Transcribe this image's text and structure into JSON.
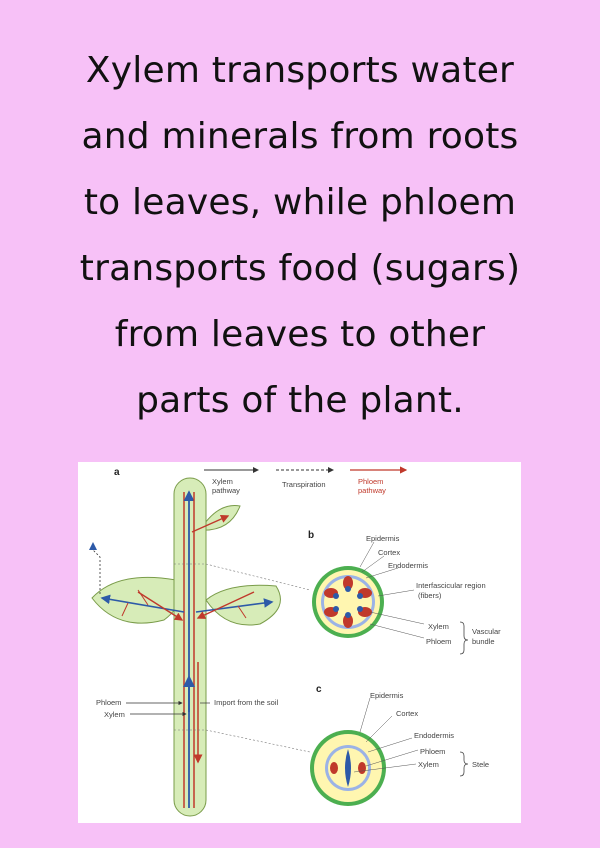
{
  "headline": {
    "lines": [
      "Xylem transports water",
      "and minerals from roots",
      "to leaves, while phloem",
      "transports food (sugars)",
      "from leaves to other",
      "parts of the plant."
    ]
  },
  "diagram": {
    "panel_a": "a",
    "panel_b": "b",
    "panel_c": "c",
    "legend": {
      "xylem_line1": "Xylem",
      "xylem_line2": "pathway",
      "transpiration": "Transpiration",
      "phloem_line1": "Phloem",
      "phloem_line2": "pathway"
    },
    "stem_labels": {
      "phloem": "Phloem",
      "xylem": "Xylem",
      "import": "Import from the soil"
    },
    "b_labels": {
      "epidermis": "Epidermis",
      "cortex": "Cortex",
      "endodermis": "Endodermis",
      "interfascicular1": "Interfascicular region",
      "interfascicular2": "(fibers)",
      "xylem": "Xylem",
      "phloem": "Phloem",
      "vascular1": "Vascular",
      "vascular2": "bundle"
    },
    "c_labels": {
      "epidermis": "Epidermis",
      "cortex": "Cortex",
      "endodermis": "Endodermis",
      "phloem": "Phloem",
      "xylem": "Xylem",
      "stele": "Stele"
    },
    "colors": {
      "xylem": "#2d5aa8",
      "phloem": "#c0392b",
      "leaf_fill": "#d7ecb8",
      "leaf_stroke": "#7a9c4a",
      "epidermis": "#4caf50",
      "cortex": "#fff6b0",
      "endodermis": "#9bb3e6"
    }
  }
}
